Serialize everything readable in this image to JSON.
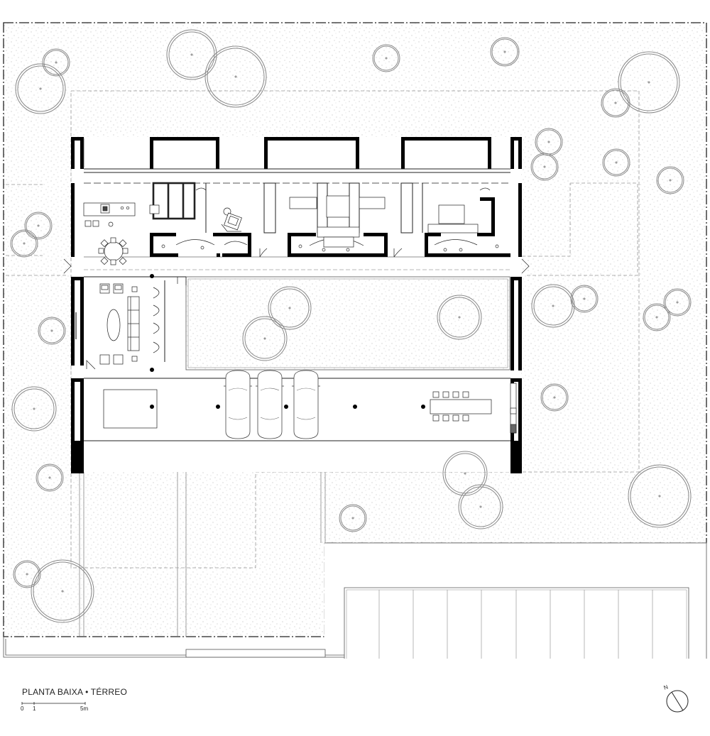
{
  "drawing": {
    "title": "PLANTA BAIXA • TÉRREO",
    "scale_labels": [
      "0",
      "1",
      "5m"
    ],
    "north_label": "N"
  },
  "colors": {
    "line": "#222222",
    "wall": "#000000",
    "thin": "#777777",
    "tree": "#888888",
    "dashed": "#999999",
    "stipple": "#9a9a9a",
    "background": "#ffffff"
  },
  "icons": [
    "tree-icon",
    "north-arrow-icon",
    "car-icon",
    "chair-icon",
    "bed-icon"
  ]
}
